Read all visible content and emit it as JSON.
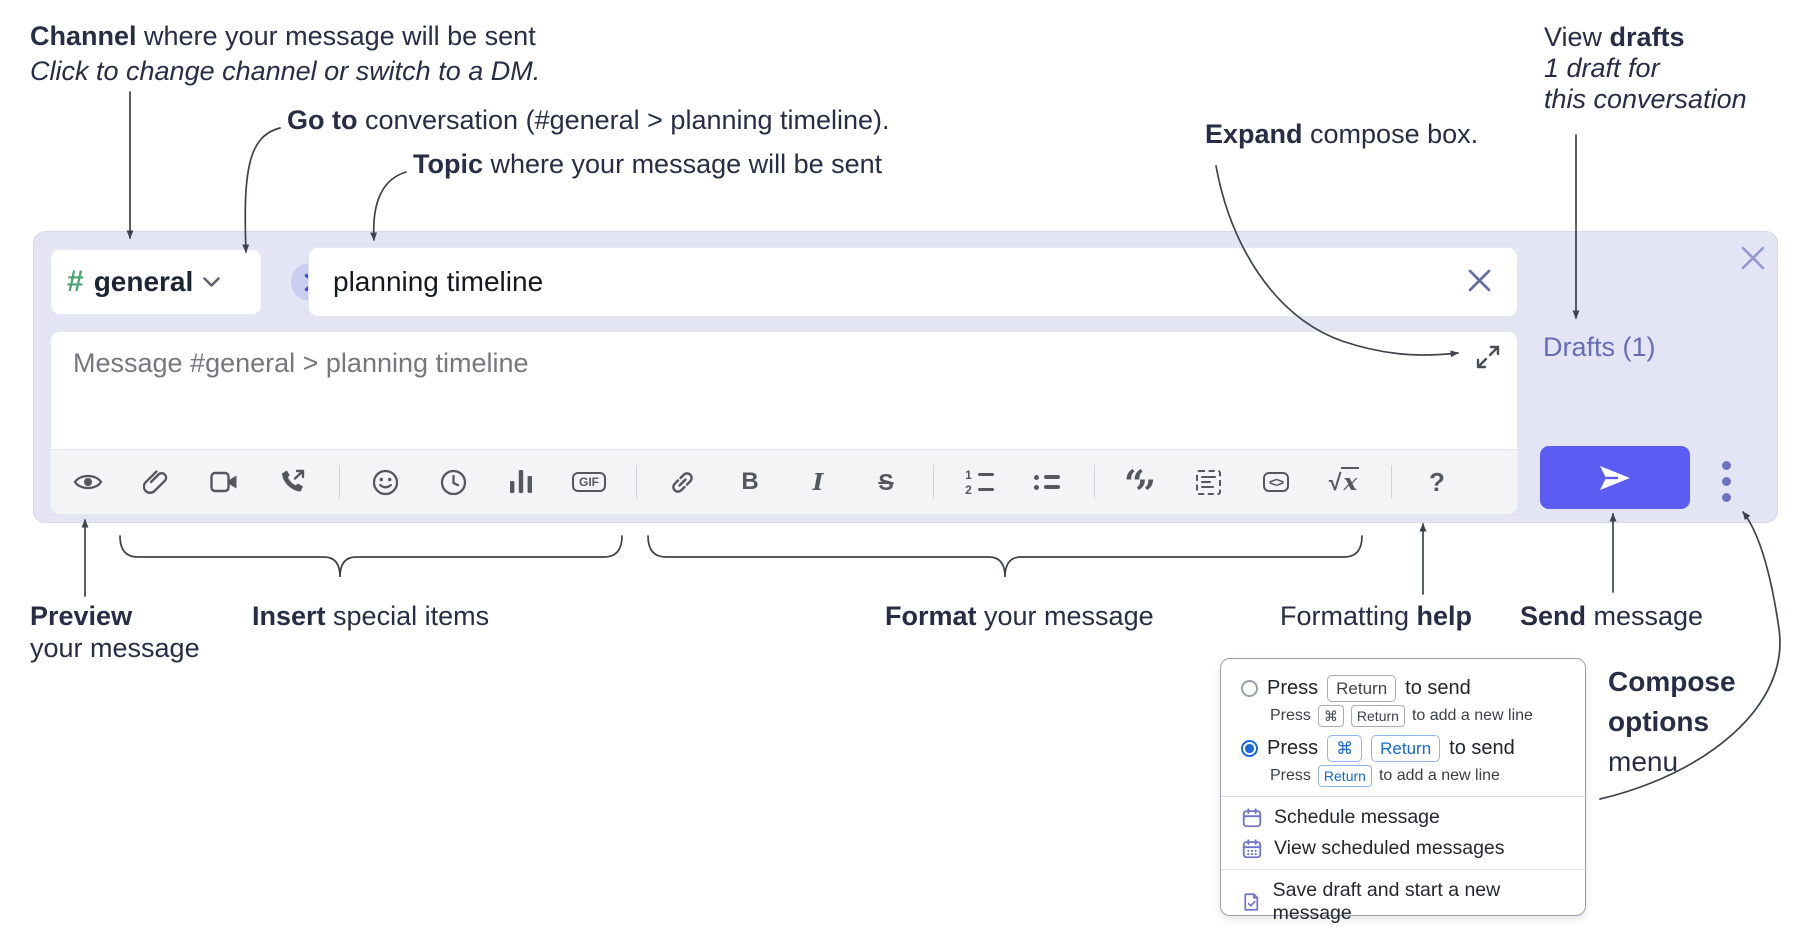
{
  "ann": {
    "channel": {
      "bold": "Channel",
      "rest": " where your message will be sent",
      "sub": "Click to change channel or switch to a DM."
    },
    "goto": {
      "bold": "Go to",
      "rest": " conversation (#general > planning timeline)."
    },
    "topic": {
      "bold": "Topic",
      "rest": " where your message will be sent"
    },
    "expand": {
      "bold": "Expand",
      "rest": " compose box."
    },
    "drafts": {
      "pre": "View ",
      "bold": "drafts",
      "line2": "1 draft for",
      "line3": "this conversation"
    },
    "preview": {
      "bold": "Preview",
      "line2": "your message"
    },
    "insert": {
      "bold": "Insert",
      "rest": " special items"
    },
    "format": {
      "bold": "Format",
      "rest": " your message"
    },
    "help": {
      "pre": "Formatting ",
      "bold": "help"
    },
    "send": {
      "bold": "Send",
      "rest": " message"
    },
    "compose": {
      "bold1": "Compose",
      "bold2": "options",
      "rest": "menu"
    }
  },
  "composer": {
    "channel_hash": "#",
    "channel_name": "general",
    "topic_value": "planning timeline",
    "message_placeholder": "Message #general > planning timeline",
    "drafts_label": "Drafts (1)",
    "gif": "GIF",
    "bold": "B",
    "italic": "I",
    "strike": "S",
    "code": "<>",
    "sqrt": "√",
    "sqrt_x": "x",
    "help": "?",
    "ol1": "1",
    "ol2": "2",
    "quote_open": "“",
    "quote_close": "”"
  },
  "popup": {
    "opt1": {
      "press": "Press",
      "key_return": "Return",
      "to_send": "to send",
      "sub_press": "Press",
      "sub_cmd": "⌘",
      "sub_return": "Return",
      "sub_rest": "to add a new line"
    },
    "opt2": {
      "press": "Press",
      "key_cmd": "⌘",
      "key_return": "Return",
      "to_send": "to send",
      "sub_press": "Press",
      "sub_return": "Return",
      "sub_rest": "to add a new line"
    },
    "items": [
      "Schedule message",
      "View scheduled messages",
      "Save draft and start a new message"
    ]
  },
  "colors": {
    "panel_lavender": "#e3e5f4",
    "send_indigo": "#5a5cf2",
    "channel_green": "#4aa46e",
    "radio_blue": "#1868d6",
    "drafts_purple": "#666cb4",
    "menu_icon_purple": "#6f74cb"
  }
}
